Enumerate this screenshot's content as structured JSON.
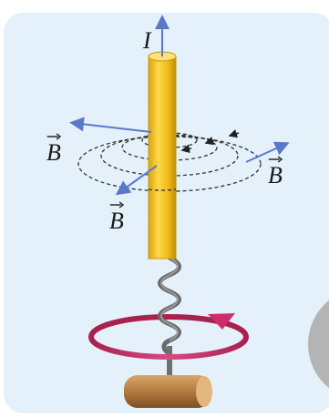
{
  "labels": {
    "current": "I",
    "field_left": "B",
    "field_right": "B",
    "field_bottom": "B"
  },
  "colors": {
    "panel_background": "#e4f1fa",
    "wire": "#f5c319",
    "wire_edge": "#c99a0a",
    "field_arrows": "#5a78c9",
    "field_lines": "#333333",
    "rotation_arrow": "#cc2e6b",
    "corkscrew": "#606060",
    "handle": "#b07a3f",
    "side_disc": "#b0b0b0"
  },
  "icons": {
    "corkscrew": "corkscrew-icon",
    "rotation": "circular-arrow-icon"
  }
}
